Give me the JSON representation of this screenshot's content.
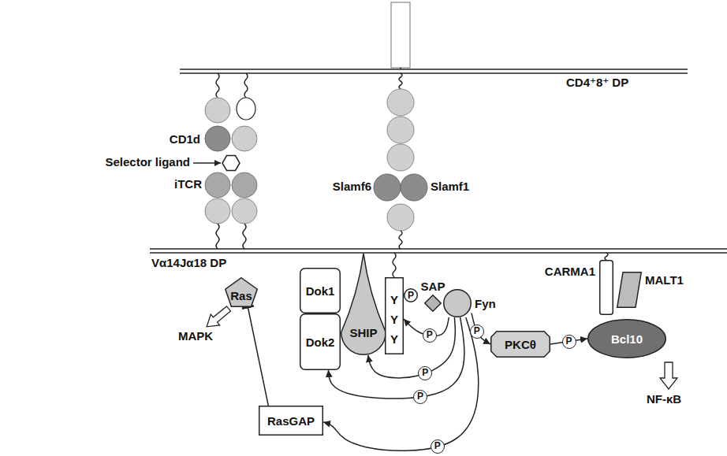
{
  "diagram": {
    "nodes": [
      {
        "text": [
          "Ras"
        ]
      },
      {
        "text": [
          "Dok1"
        ]
      },
      {
        "text": [
          "Dok2"
        ]
      },
      {
        "text": [
          "SHIP"
        ]
      },
      {
        "text": [
          "Y",
          "Y",
          "Y"
        ]
      },
      {
        "text": [
          "P"
        ]
      },
      {
        "text": [
          "SAP"
        ]
      },
      {
        "text": [
          "Fyn"
        ]
      },
      {
        "text": [
          "RasGAP"
        ]
      },
      {
        "text": [
          "PKCθ"
        ]
      },
      {
        "text": [
          "CARMA1"
        ]
      },
      {
        "text": [
          "MALT1"
        ]
      },
      {
        "text": [
          "Bcl10"
        ]
      }
    ],
    "edges": [
      {
        "from": 8,
        "to": 0,
        "arrow": "to"
      },
      {
        "from": 7,
        "to": 4,
        "arrow": "to",
        "label": "P"
      },
      {
        "from": 7,
        "to": 3,
        "arrow": "to",
        "label": "P"
      },
      {
        "from": 7,
        "to": 2,
        "arrow": "to",
        "label": "P"
      },
      {
        "from": 7,
        "to": 8,
        "arrow": "to",
        "label": "P"
      },
      {
        "from": 7,
        "to": 9,
        "arrow": "to",
        "label": "P"
      },
      {
        "from": 9,
        "to": 12,
        "arrow": "to",
        "label": "P"
      }
    ],
    "labels": [
      "CD4⁺8⁺ DP",
      "CD1d",
      "Selector ligand",
      "iTCR",
      "Slamf6",
      "Slamf1",
      "Vα14Jα18 DP",
      "MAPK",
      "NF-κB"
    ]
  }
}
